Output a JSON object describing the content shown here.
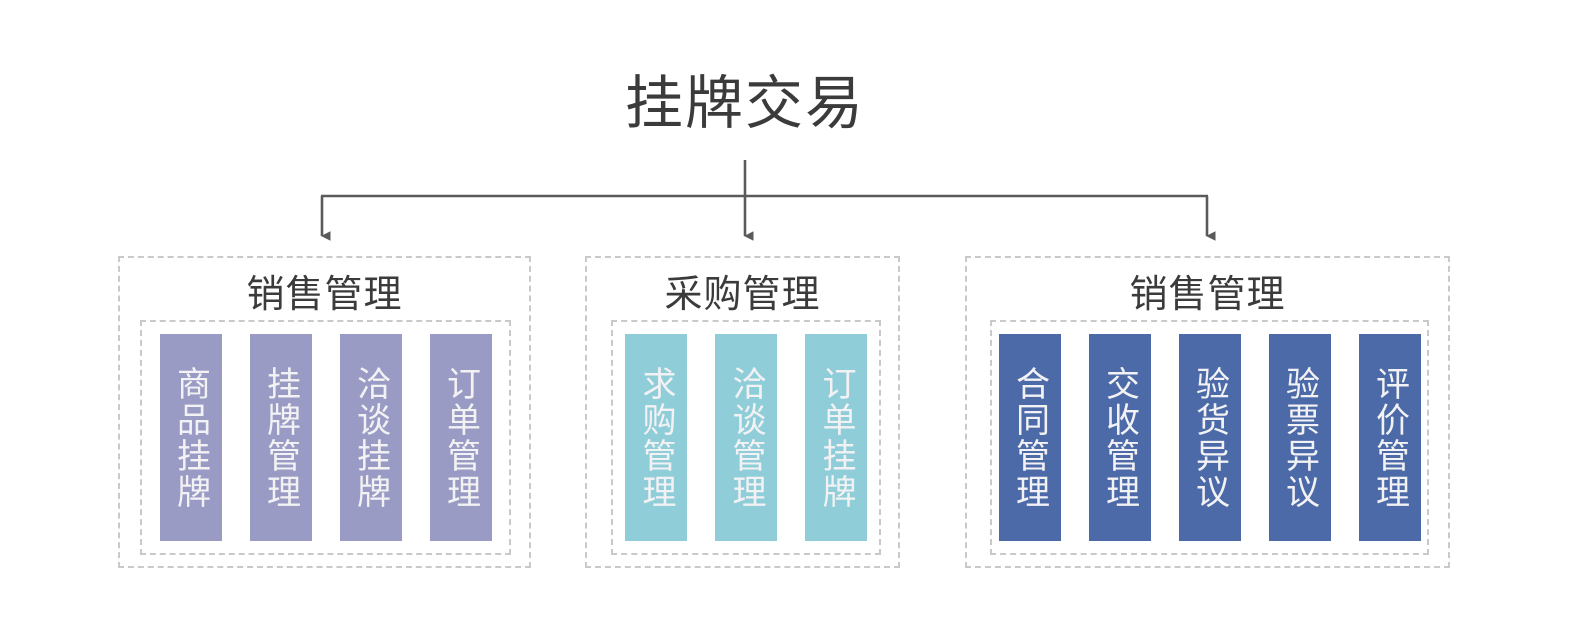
{
  "diagram": {
    "root": {
      "title": "挂牌交易"
    },
    "colors": {
      "purple": "#9a9bc4",
      "teal": "#8fcdd9",
      "blue": "#4c6aa8",
      "dashed_border": "#c9c9c9",
      "connector": "#5a5a5a",
      "title_text": "#3b3b3b",
      "tile_text": "#f2f2f4",
      "background": "#ffffff"
    },
    "groups": [
      {
        "id": "group-sales-front",
        "title": "销售管理",
        "tile_color": "purple",
        "items": [
          {
            "label": "商品挂牌"
          },
          {
            "label": "挂牌管理"
          },
          {
            "label": "洽谈挂牌"
          },
          {
            "label": "订单管理"
          }
        ]
      },
      {
        "id": "group-purchase",
        "title": "采购管理",
        "tile_color": "teal",
        "items": [
          {
            "label": "求购管理"
          },
          {
            "label": "洽谈管理"
          },
          {
            "label": "订单挂牌"
          }
        ]
      },
      {
        "id": "group-sales-back",
        "title": "销售管理",
        "tile_color": "blue",
        "items": [
          {
            "label": "合同管理"
          },
          {
            "label": "交收管理"
          },
          {
            "label": "验货异议"
          },
          {
            "label": "验票异议"
          },
          {
            "label": "评价管理"
          }
        ]
      }
    ]
  }
}
